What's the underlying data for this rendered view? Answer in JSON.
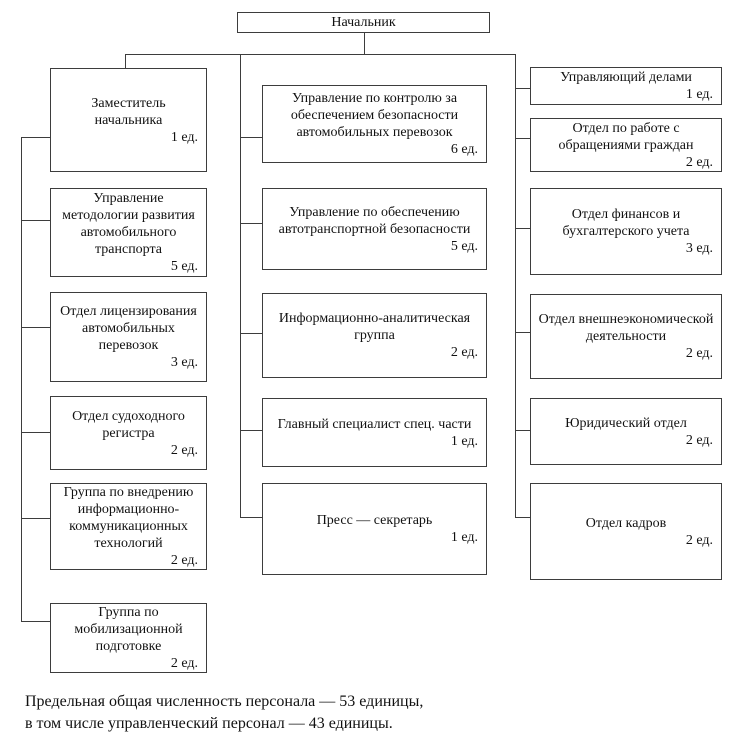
{
  "org_chart": {
    "type": "org-chart",
    "line_color": "#3d3d3d",
    "root": {
      "name": "Начальник"
    },
    "left_column": [
      {
        "name": "Заместитель начальника",
        "count": "1 ед."
      },
      {
        "name": "Управление методологии развития автомобильного транспорта",
        "count": "5 ед."
      },
      {
        "name": "Отдел лицензирования автомобильных перевозок",
        "count": "3 ед."
      },
      {
        "name": "Отдел судоходного регистра",
        "count": "2 ед."
      },
      {
        "name": "Группа по внедрению информационно-коммуникационных технологий",
        "count": "2 ед."
      },
      {
        "name": "Группа по мобилизационной подготовке",
        "count": "2 ед."
      }
    ],
    "middle_column": [
      {
        "name": "Управление по контролю за обеспечением безопасности автомобильных перевозок",
        "count": "6 ед."
      },
      {
        "name": "Управление по обеспечению автотранспортной безопасности",
        "count": "5 ед."
      },
      {
        "name": "Информационно-аналитическая группа",
        "count": "2 ед."
      },
      {
        "name": "Главный специалист спец. части",
        "count": "1 ед."
      },
      {
        "name": "Пресс — секретарь",
        "count": "1 ед."
      }
    ],
    "right_column": [
      {
        "name": "Управляющий делами",
        "count": "1 ед."
      },
      {
        "name": "Отдел по работе с обращениями граждан",
        "count": "2 ед."
      },
      {
        "name": "Отдел финансов и бухгалтерского учета",
        "count": "3 ед."
      },
      {
        "name": "Отдел внешнеэкономической деятельности",
        "count": "2 ед."
      },
      {
        "name": "Юридический отдел",
        "count": "2 ед."
      },
      {
        "name": "Отдел кадров",
        "count": "2 ед."
      }
    ],
    "footnote_line1": "Предельная общая численность персонала — 53 единицы,",
    "footnote_line2": "в том числе управленческий персонал — 43 единицы."
  }
}
